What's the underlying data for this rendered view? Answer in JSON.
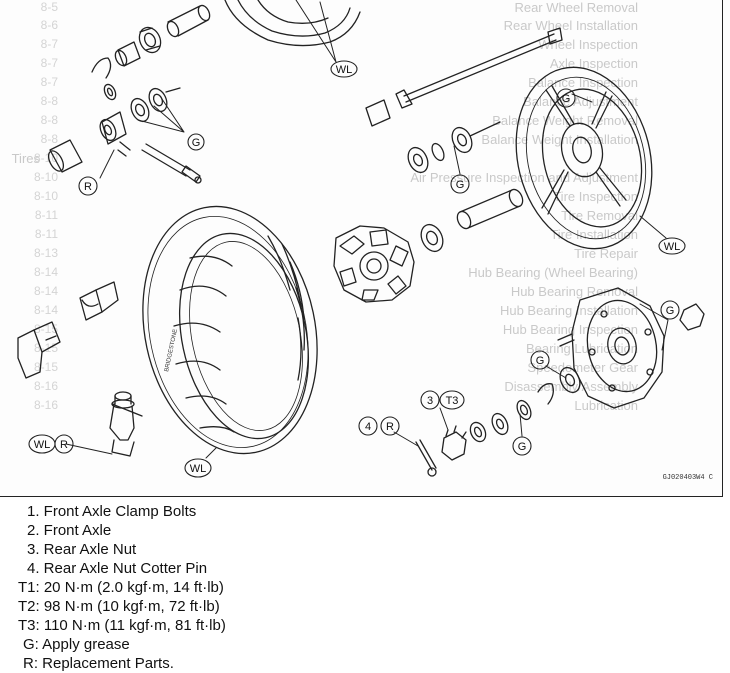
{
  "background_toc": {
    "entries": [
      "Rear Wheel Removal",
      "Rear Wheel Installation",
      "Wheel Inspection",
      "Axle Inspection",
      "Balance Inspection",
      "Balance Adjustment",
      "Balance Weight Removal",
      "Balance Weight Installation",
      "Tires",
      "Air Pressure Inspection and Adjustment",
      "Tire Inspection",
      "Tire Removal",
      "Tire Installation",
      "Tire Repair",
      "Hub Bearing (Wheel Bearing)",
      "Hub Bearing Removal",
      "Hub Bearing Installation",
      "Hub Bearing Inspection",
      "Bearing Lubrication",
      "Speedometer Gear",
      "Disassembly/Assembly",
      "Lubrication"
    ],
    "pages": [
      "8-5",
      "8-6",
      "8-7",
      "8-7",
      "8-7",
      "8-8",
      "8-8",
      "8-8",
      "8-10",
      "8-10",
      "8-10",
      "8-11",
      "8-11",
      "8-13",
      "8-14",
      "8-14",
      "8-14",
      "8-15",
      "8-15",
      "8-15",
      "8-16",
      "8-16"
    ]
  },
  "callouts": {
    "WL": "WL",
    "G": "G",
    "R": "R",
    "n3": "3",
    "n4": "4",
    "T3": "T3"
  },
  "part_code": "GJ020403W4 C",
  "legend": [
    "1. Front Axle Clamp Bolts",
    "2. Front Axle",
    "3. Rear Axle Nut",
    "4. Rear Axle Nut Cotter Pin",
    "T1: 20 N·m (2.0 kgf·m, 14 ft·lb)",
    "T2: 98 N·m (10 kgf·m, 72 ft·lb)",
    "T3: 110 N·m (11 kgf·m, 81 ft·lb)",
    "G: Apply grease",
    "R: Replacement Parts."
  ],
  "tire_sidewall_text": "BRIDGESTONE"
}
